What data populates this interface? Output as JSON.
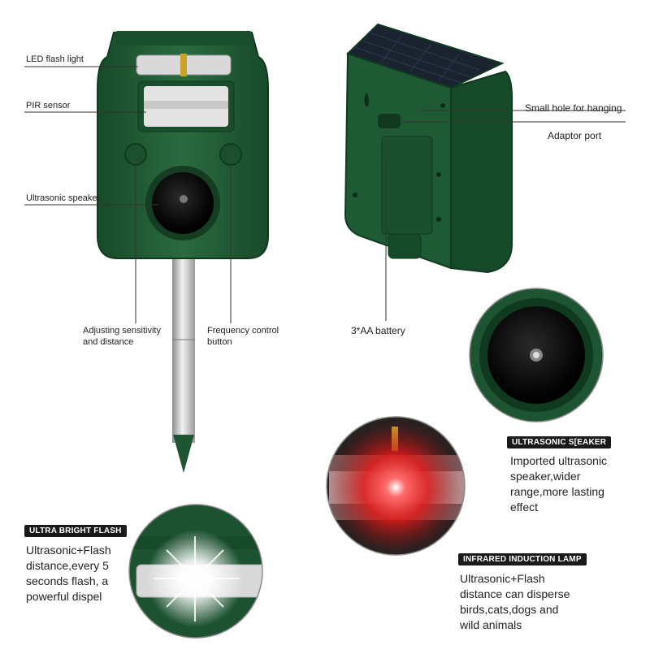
{
  "front_labels": {
    "led": "LED flash light",
    "pir": "PIR sensor",
    "speaker": "Ultrasonic  speaker",
    "adjust_line1": "Adjusting  sensitivity",
    "adjust_line2": "and distance",
    "freq_line1": "Frequency control",
    "freq_line2": "button"
  },
  "back_labels": {
    "hole": "Small hole for hanging",
    "adaptor": "Adaptor port",
    "battery": "3*AA  battery"
  },
  "speaker_panel": {
    "badge": "ULTRASONIC S[EAKER",
    "desc": [
      "Imported ultrasonic",
      "speaker,wider",
      "range,more lasting",
      "effect"
    ]
  },
  "flash_panel": {
    "badge": "ULTRA BRIGHT FLASH",
    "desc": [
      "Ultrasonic+Flash",
      "distance,every 5",
      "seconds flash, a",
      "powerful dispel"
    ]
  },
  "infrared_panel": {
    "badge": "INFRARED INDUCTION LAMP",
    "desc": [
      "Ultrasonic+Flash",
      "distance can disperse",
      "birds,cats,dogs and",
      "wild animals"
    ]
  },
  "colors": {
    "body_green": "#1f5b33",
    "dark_green": "#163f24",
    "stake_silver": "#c8c8c8",
    "red_glow": "#ff2a2a"
  }
}
